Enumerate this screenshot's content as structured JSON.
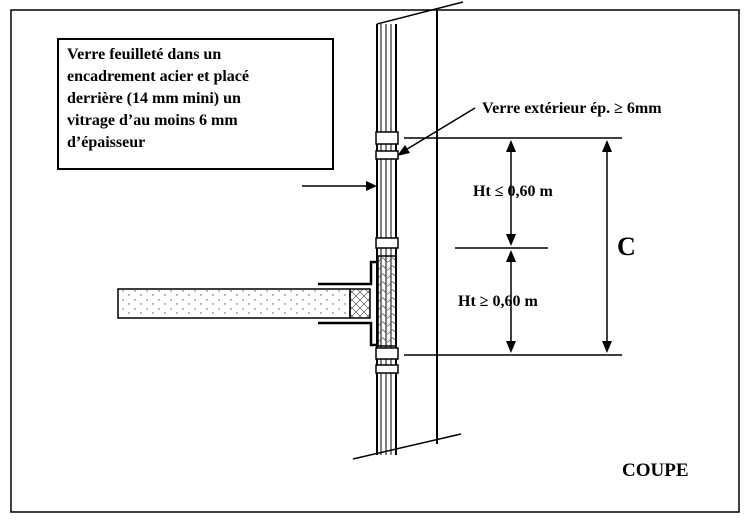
{
  "note": {
    "lines": [
      "Verre feuilleté dans un",
      "encadrement acier et placé",
      "derrière (14 mm mini) un",
      "vitrage d’au moins 6 mm",
      "d’épaisseur"
    ]
  },
  "labels": {
    "outer_glass": "Verre extérieur ép. ≥ 6mm",
    "upper_height": "Ht ≤ 0,60 m",
    "lower_height": "Ht ≥ 0,60 m",
    "c_dimension": "C",
    "section_title": "COUPE"
  }
}
